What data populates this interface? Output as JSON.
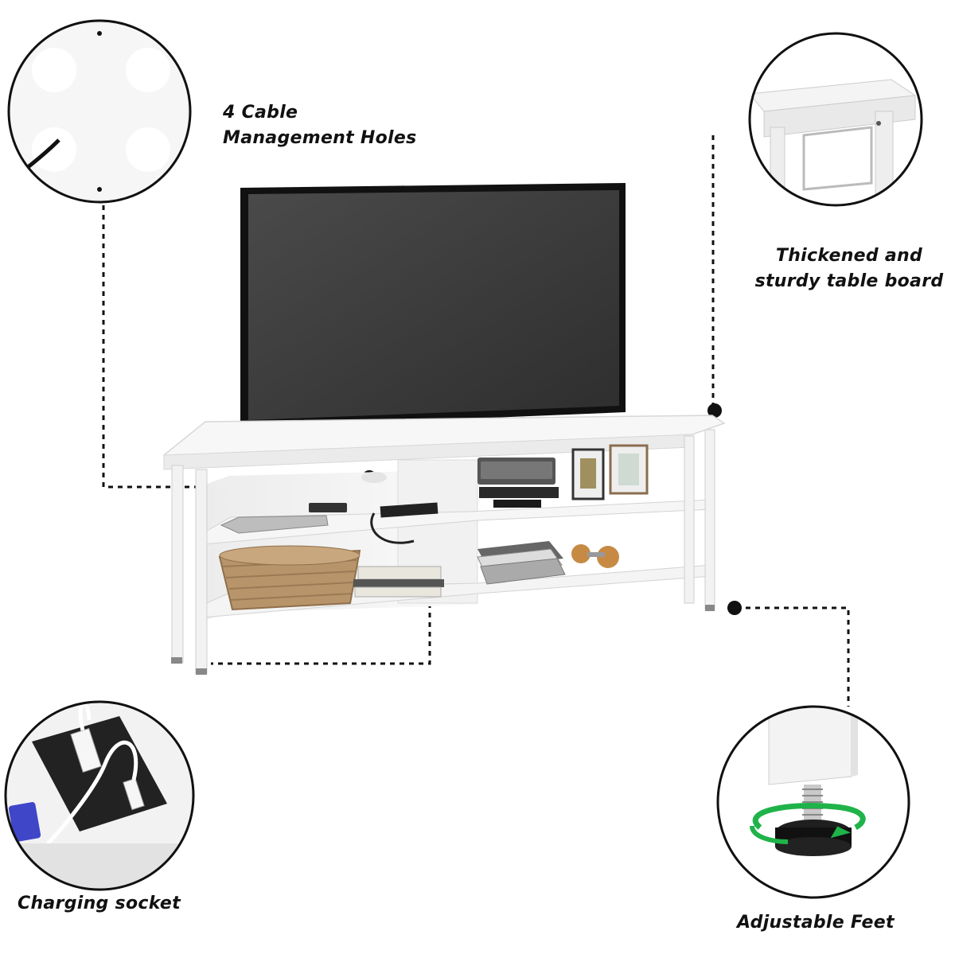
{
  "labels": {
    "cable_holes": [
      "4 Cable",
      "Management Holes"
    ],
    "table_board": [
      "Thickened and",
      "sturdy table board"
    ],
    "charging_socket": "Charging socket",
    "adjustable_feet": "Adjustable Feet"
  },
  "colors": {
    "background": "#ffffff",
    "callout_line": "#111111",
    "tv_screen": "#3a3a3a",
    "tv_frame": "#111111",
    "stand_white": "#f4f4f4",
    "stand_shadow": "#d9d9d9",
    "rotation_arrow": "#1fb34a"
  },
  "icons": [
    "cable-hole-circle",
    "table-board-circle",
    "charging-socket-circle",
    "adjustable-foot-circle",
    "rotation-arrow-icon"
  ]
}
